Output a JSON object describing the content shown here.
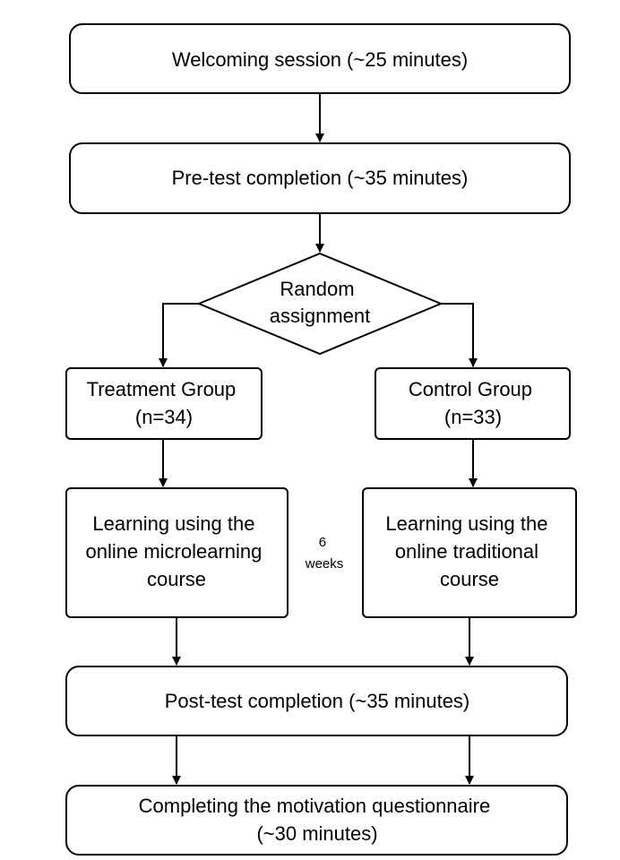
{
  "nodes": {
    "welcome": {
      "lines": [
        "Welcoming session (~25 minutes)"
      ]
    },
    "pretest": {
      "lines": [
        "Pre-test completion (~35 minutes)"
      ]
    },
    "random": {
      "lines": [
        "Random",
        "assignment"
      ]
    },
    "treatment": {
      "lines": [
        "Treatment Group",
        "(n=34)"
      ]
    },
    "control": {
      "lines": [
        "Control Group",
        "(n=33)"
      ]
    },
    "learn_micro": {
      "lines": [
        "Learning using the",
        "online microlearning",
        "course"
      ]
    },
    "learn_trad": {
      "lines": [
        "Learning using the",
        "online traditional",
        "course"
      ]
    },
    "posttest": {
      "lines": [
        "Post-test completion (~35 minutes)"
      ]
    },
    "questionnaire": {
      "lines": [
        "Completing the motivation questionnaire",
        "(~30 minutes)"
      ]
    }
  },
  "duration_label": {
    "lines": [
      "6",
      "weeks"
    ]
  }
}
